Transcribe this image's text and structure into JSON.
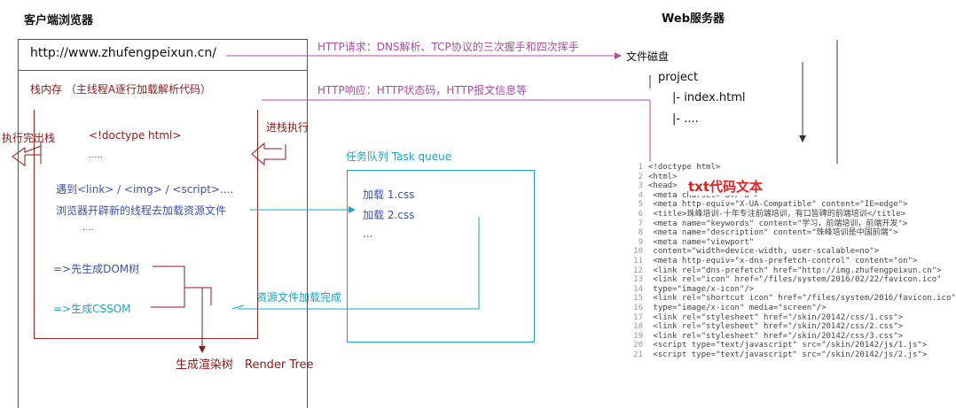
{
  "client": {
    "title": "客户端浏览器",
    "url": "http://www.zhufengpeixun.cn/",
    "stack_title": "栈内存 （主线程A逐行加载解析代码）",
    "pop_label": "执行完出栈",
    "push_label": "进栈执行",
    "doctype": "<!doctype html>",
    "dots1": ".....",
    "encounter": "遇到<link> / <img> / <script>....",
    "new_thread": "浏览器开辟新的线程去加载资源文件",
    "dots2": "....",
    "dom": "=>先生成DOM树",
    "cssom": "=>生成CSSOM",
    "render_tree": "生成渲染树　Render Tree"
  },
  "queue": {
    "title": "任务队列 Task queue",
    "items": [
      "加载 1.css",
      "加载 2.css",
      "..."
    ],
    "done_label": "资源文件加载完成"
  },
  "http": {
    "request": "HTTP请求：DNS解析、TCP协议的三次握手和四次挥手",
    "response": "HTTP响应：HTTP状态码，HTTP报文信息等"
  },
  "server": {
    "title": "Web服务器",
    "disk": "文件磁盘",
    "project": "project",
    "file1": "|- index.html",
    "file2": "|- ...."
  },
  "code": {
    "label": "txt代码文本",
    "lines": [
      {
        "n": "1",
        "t": "<!doctype html>"
      },
      {
        "n": "2",
        "t": "<html>"
      },
      {
        "n": "3",
        "t": "<head>"
      },
      {
        "n": "4",
        "t": "    <meta charset=\"UTF-8\">"
      },
      {
        "n": "5",
        "t": "    <meta http-equiv=\"X-UA-Compatible\" content=\"IE=edge\">"
      },
      {
        "n": "6",
        "t": "    <title>珠峰培训-十年专注前端培训，有口皆碑的前端培训</title>"
      },
      {
        "n": "7",
        "t": "    <meta name=\"keywords\" content=\"学习，前端培训，前端开发\">"
      },
      {
        "n": "8",
        "t": "    <meta name=\"description\" content=\"珠峰培训是中国前端\">"
      },
      {
        "n": "9",
        "t": "    <meta name=\"viewport\""
      },
      {
        "n": "10",
        "t": "          content=\"width=device-width, user-scalable=no\">"
      },
      {
        "n": "11",
        "t": "    <meta http-equiv=\"x-dns-prefetch-control\" content=\"on\">"
      },
      {
        "n": "12",
        "t": "    <link rel=\"dns-prefetch\" href=\"http://img.zhufengpeixun.cn\">"
      },
      {
        "n": "13",
        "t": "    <link rel=\"icon\" href=\"/files/system/2016/02/22/favicon.ico\""
      },
      {
        "n": "14",
        "t": "          type=\"image/x-icon\"/>"
      },
      {
        "n": "15",
        "t": "    <link rel=\"shortcut icon\" href=\"/files/system/2016/favicon.ico\""
      },
      {
        "n": "16",
        "t": "          type=\"image/x-icon\" media=\"screen\"/>"
      },
      {
        "n": "17",
        "t": "    <link rel=\"stylesheet\" href=\"/skin/20142/css/1.css\">"
      },
      {
        "n": "18",
        "t": "    <link rel=\"stylesheet\" href=\"/skin/20142/css/2.css\">"
      },
      {
        "n": "19",
        "t": "    <link rel=\"stylesheet\" href=\"/skin/20142/css/3.css\">"
      },
      {
        "n": "20",
        "t": "    <script type=\"text/javascript\" src=\"/skin/20142/js/1.js\">"
      },
      {
        "n": "21",
        "t": "    <script type=\"text/javascript\" src=\"/skin/20142/js/2.js\">"
      }
    ]
  },
  "colors": {
    "client_border": "#555555",
    "stack_border": "#a02020",
    "queue_border": "#1aa3c8",
    "request_arrow": "#b04aa6",
    "code_label": "#e02020"
  }
}
